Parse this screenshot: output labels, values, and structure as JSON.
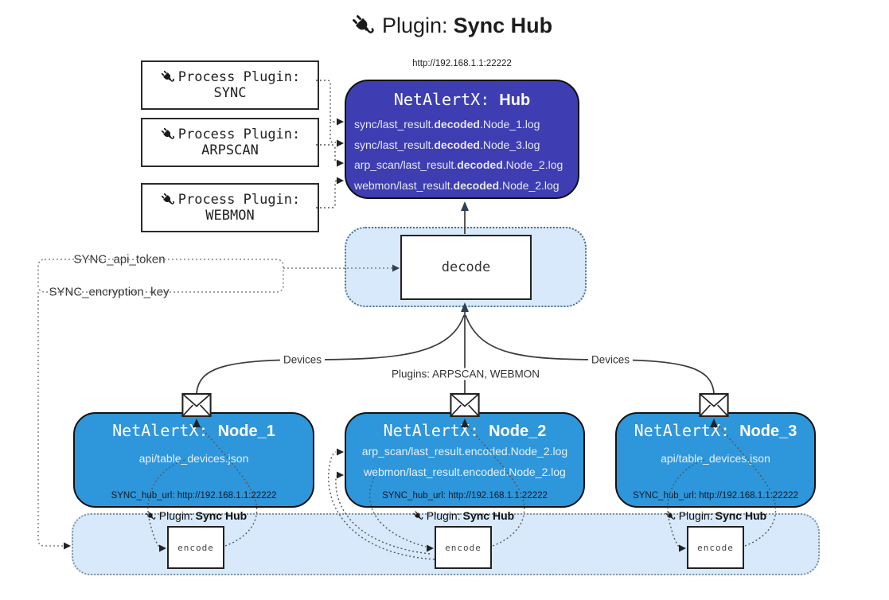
{
  "title": {
    "prefix": "Plugin: ",
    "bold": "Sync Hub"
  },
  "process_plugins": [
    {
      "label": "Process Plugin:",
      "name": "SYNC"
    },
    {
      "label": "Process Plugin:",
      "name": "ARPSCAN"
    },
    {
      "label": "Process Plugin:",
      "name": "WEBMON"
    }
  ],
  "hub": {
    "url": "http://192.168.1.1:22222",
    "title_prefix": "NetAlertX: ",
    "title_bold": "Hub",
    "log_lines": [
      {
        "pre": "sync/last_result.",
        "bold": "decoded",
        "post": ".Node_1.log"
      },
      {
        "pre": "sync/last_result.",
        "bold": "decoded",
        "post": ".Node_3.log"
      },
      {
        "pre": "arp_scan/last_result.",
        "bold": "decoded",
        "post": ".Node_2.log"
      },
      {
        "pre": "webmon/last_result.",
        "bold": "decoded",
        "post": ".Node_2.log"
      }
    ]
  },
  "decode": {
    "label": "decode"
  },
  "settings": {
    "api_token": "SYNC_api_token",
    "encryption_key": "SYNC_encryption_key"
  },
  "edges": {
    "devices_left": "Devices",
    "plugins_mid": "Plugins: ARPSCAN, WEBMON",
    "devices_right": "Devices"
  },
  "nodes": [
    {
      "title_prefix": "NetAlertX: ",
      "title_bold": "Node_1",
      "lines": [
        "api/table_devices.json"
      ],
      "footer": "SYNC_hub_url: http://192.168.1.1:22222"
    },
    {
      "title_prefix": "NetAlertX: ",
      "title_bold": "Node_2",
      "lines": [
        "arp_scan/last_result.encoded.Node_2.log",
        "webmon/last_result.encoded.Node_2.log"
      ],
      "footer": "SYNC_hub_url: http://192.168.1.1:22222"
    },
    {
      "title_prefix": "NetAlertX: ",
      "title_bold": "Node_3",
      "lines": [
        "api/table_devices.json"
      ],
      "footer": "SYNC_hub_url: http://192.168.1.1:22222"
    }
  ],
  "encoders": [
    {
      "label_prefix": "Plugin: ",
      "label_bold": "Sync Hub",
      "box_label": "encode"
    },
    {
      "label_prefix": "Plugin: ",
      "label_bold": "Sync Hub",
      "box_label": "encode"
    },
    {
      "label_prefix": "Plugin: ",
      "label_bold": "Sync Hub",
      "box_label": "encode"
    }
  ],
  "icons": {
    "plug": "plug-icon",
    "envelope": "envelope-icon"
  },
  "colors": {
    "hub_fill": "#3e3eb2",
    "node_fill": "#2e96db",
    "container_fill": "#d7e9fa",
    "container_border": "#4a7296",
    "bar_border": "#7d93a6",
    "line": "#555"
  }
}
